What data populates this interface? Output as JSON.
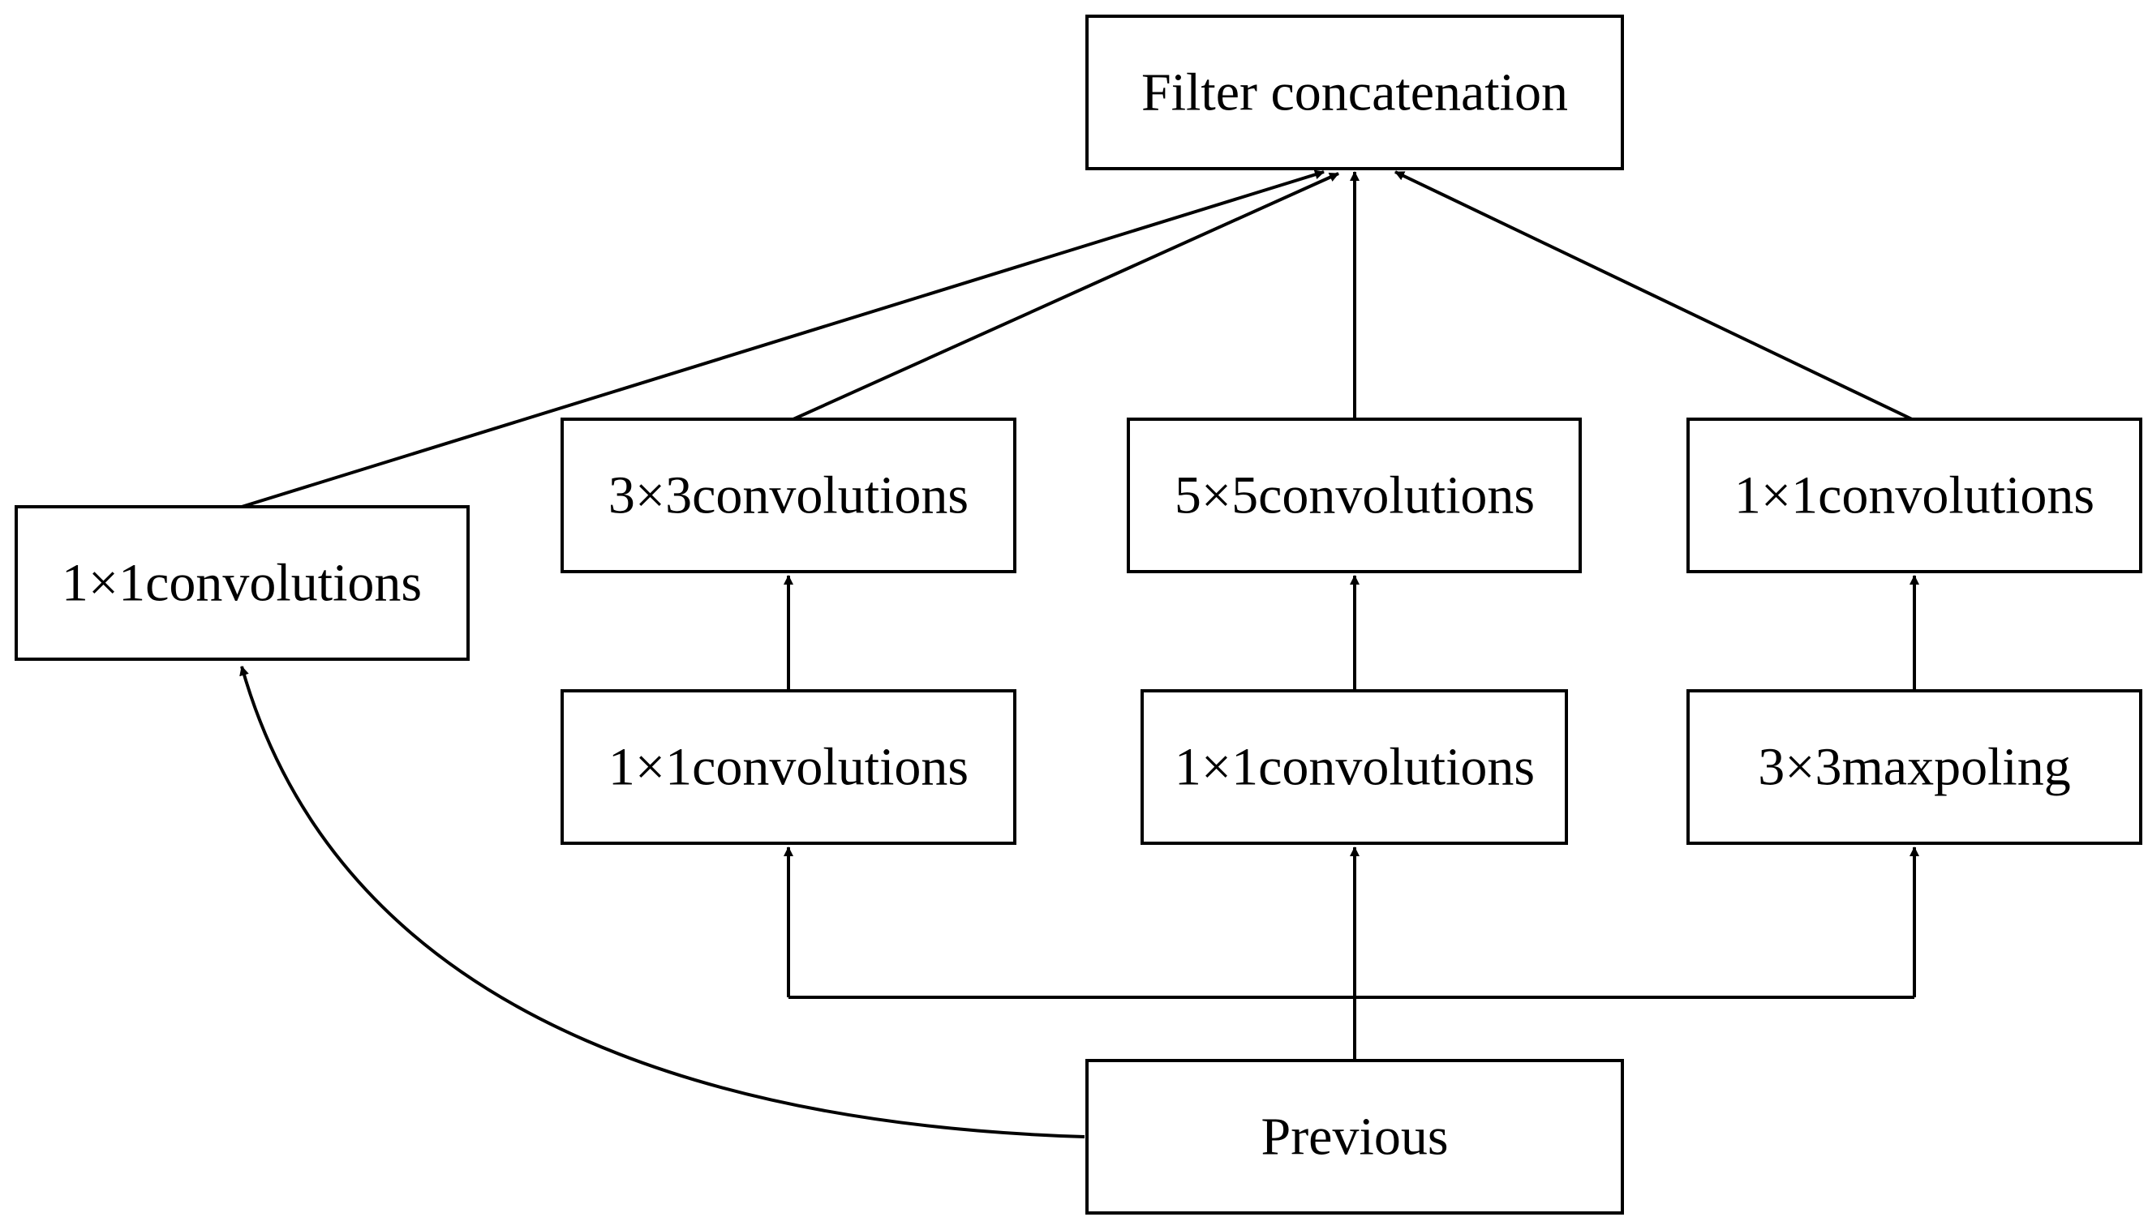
{
  "diagram": {
    "nodes": {
      "filter_concat": "Filter concatenation",
      "conv1x1_left": "1×1convolutions",
      "conv3x3": "3×3convolutions",
      "conv5x5": "5×5convolutions",
      "conv1x1_right": "1×1convolutions",
      "conv1x1_mid_left": "1×1convolutions",
      "conv1x1_mid_center": "1×1convolutions",
      "maxpool3x3": "3×3maxpoling",
      "previous": "Previous"
    },
    "colors": {
      "stroke": "#000000",
      "background": "#ffffff"
    }
  }
}
